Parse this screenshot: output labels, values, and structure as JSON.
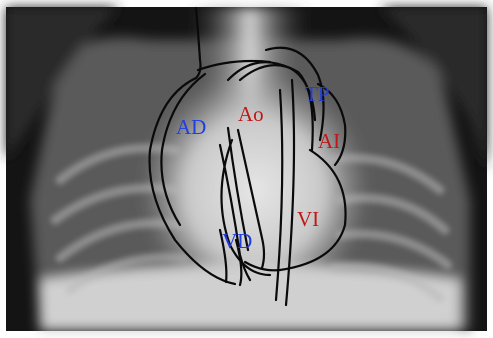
{
  "labels": {
    "ad": {
      "text": "AD",
      "color": "#1f3fe0"
    },
    "ao": {
      "text": "Ao",
      "color": "#c01818"
    },
    "tp": {
      "text": "TP",
      "color": "#1f3fe0"
    },
    "ai": {
      "text": "AI",
      "color": "#c01818"
    },
    "vi": {
      "text": "VI",
      "color": "#c01818"
    },
    "vd": {
      "text": "VD",
      "color": "#1f3fe0"
    }
  }
}
